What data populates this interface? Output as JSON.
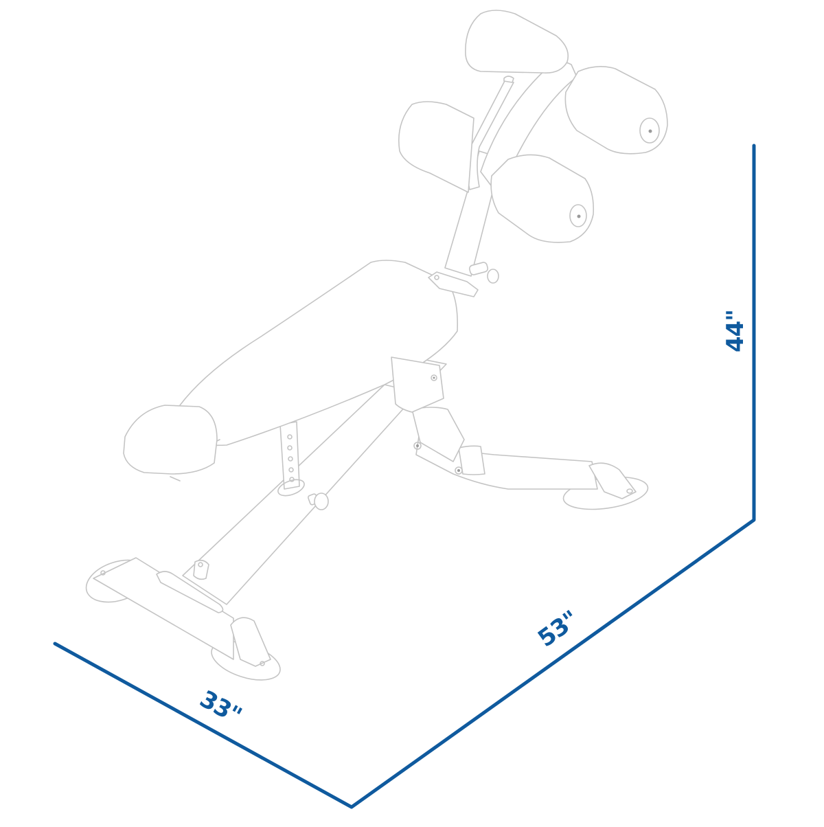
{
  "diagram": {
    "subject": "Adjustable decline / ab bench with leg roller pads",
    "style": "light grey isometric line drawing on white background",
    "dimension_color": "#0f5a9e",
    "line_color": "#c4c4c4",
    "background_color": "#ffffff",
    "parts": [
      {
        "id": "leg-roller-pads",
        "label": "Leg roller pads (4)"
      },
      {
        "id": "upright-post",
        "label": "Leg-hold upright post"
      },
      {
        "id": "seat-pad",
        "label": "Seat / back pad"
      },
      {
        "id": "head-cushion",
        "label": "Head cushion"
      },
      {
        "id": "height-adjuster",
        "label": "Perforated height adjustment bar"
      },
      {
        "id": "pull-pin",
        "label": "Pull pin knobs"
      },
      {
        "id": "front-stabilizer",
        "label": "Front stabilizer with end caps"
      },
      {
        "id": "rear-stabilizer",
        "label": "Rear stabilizer with end cap"
      }
    ],
    "dimensions": {
      "width": {
        "label": "33\"",
        "value": 33,
        "unit": "in"
      },
      "length": {
        "label": "53\"",
        "value": 53,
        "unit": "in"
      },
      "height": {
        "label": "44\"",
        "value": 44,
        "unit": "in"
      }
    }
  }
}
